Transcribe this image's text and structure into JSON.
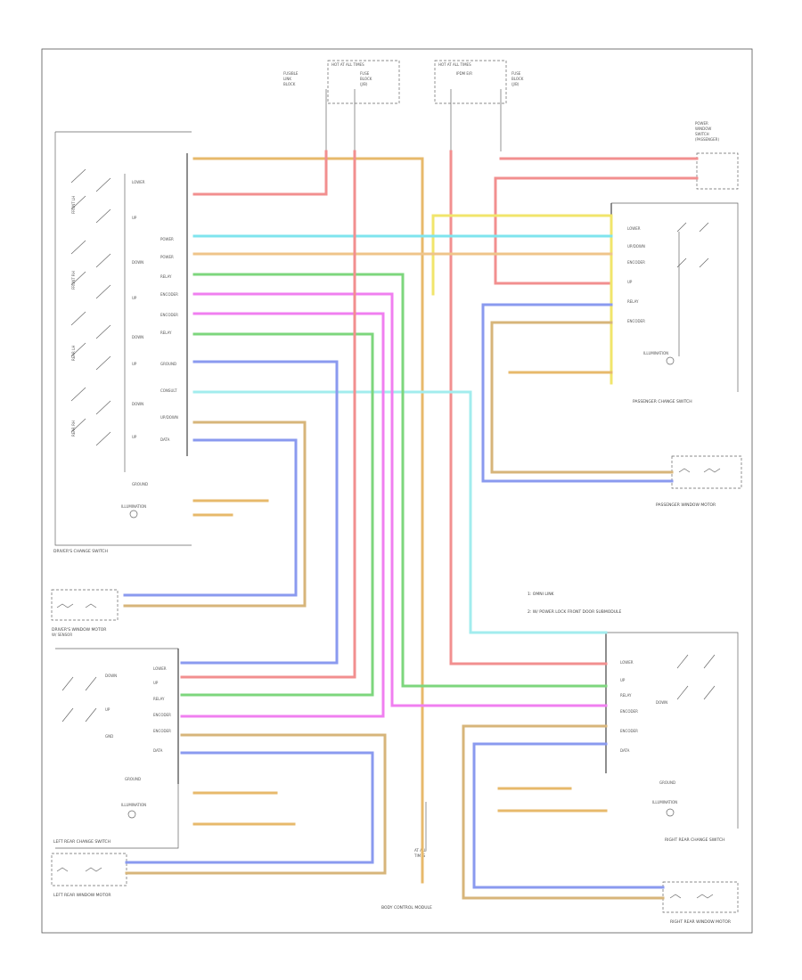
{
  "labels": {
    "drivers_switch": "DRIVER'S CHANGE SWITCH",
    "drivers_window_motor": "DRIVER'S WINDOW MOTOR",
    "passenger_switch": "PASSENGER CHANGE SWITCH",
    "passenger_window_motor": "PASSENGER WINDOW MOTOR",
    "left_rear_switch": "LEFT REAR CHANGE SWITCH",
    "left_rear_motor": "LEFT REAR WINDOW MOTOR",
    "right_rear_switch": "RIGHT REAR CHANGE SWITCH",
    "right_rear_motor": "RIGHT REAR WINDOW MOTOR",
    "body_control": "BODY CONTROL MODULE",
    "illumination": "ILLUMINATION",
    "note1": "1: OMNI LINK",
    "note2": "2: W/ POWER LOCK FRONT DOOR SUBMODULE"
  }
}
